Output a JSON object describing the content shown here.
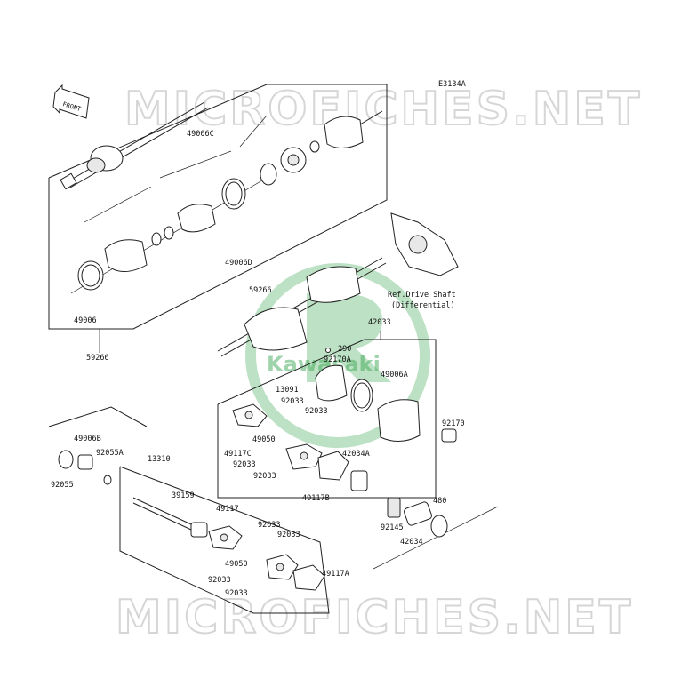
{
  "diagram_code": "E3134A",
  "front_label": "FRONT",
  "watermark_text": "MICROFICHES.NET",
  "logo_text": "Kawasaki",
  "colors": {
    "logo_green": "#1f9a3a",
    "watermark_outline": "#d6d6d6"
  },
  "reference": {
    "line1": "Ref.Drive Shaft",
    "line2": "(Differential)"
  },
  "part_numbers": {
    "p49006C": "49006C",
    "p49006D": "49006D",
    "p49006": "49006",
    "p59266_left": "59266",
    "p59266_center": "59266",
    "p42033": "42033",
    "p290": "290",
    "p92170A": "92170A",
    "p49006A": "49006A",
    "p13091": "13091",
    "p92033_a": "92033",
    "p92033_b": "92033",
    "p92170": "92170",
    "p49050_a": "49050",
    "p49117C": "49117C",
    "p92033_c": "92033",
    "p42034A": "42034A",
    "p92033_d": "92033",
    "p49117B": "49117B",
    "p49006B": "49006B",
    "p92055A": "92055A",
    "p13310": "13310",
    "p92055": "92055",
    "p39159": "39159",
    "p49117": "49117",
    "p92145": "92145",
    "p480": "480",
    "p42034": "42034",
    "p92033_e": "92033",
    "p92033_f": "92033",
    "p49050_b": "49050",
    "p49117A": "49117A",
    "p92033_g": "92033",
    "p92033_h": "92033"
  }
}
